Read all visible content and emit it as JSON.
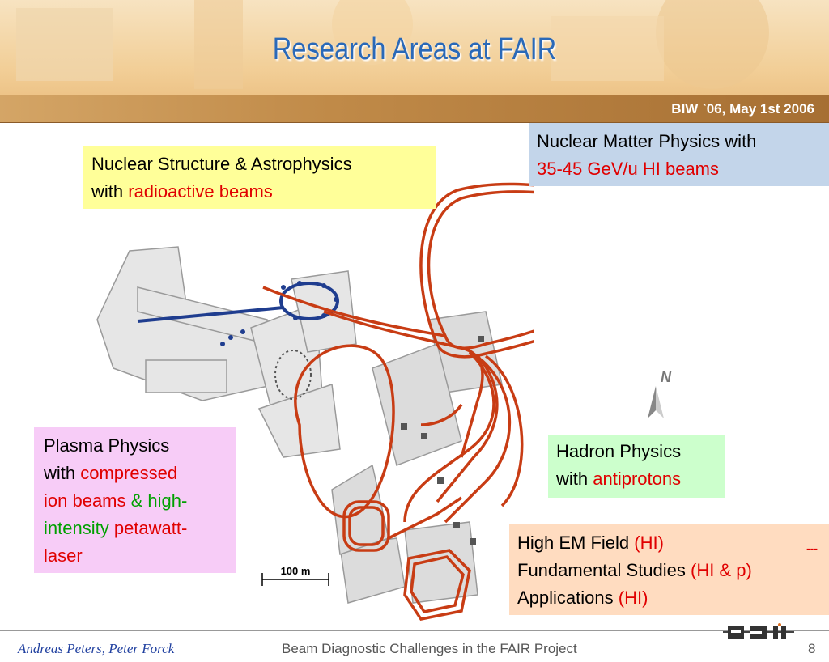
{
  "slide": {
    "title": "Research Areas at FAIR",
    "date": "BIW `06, May 1st 2006"
  },
  "boxes": {
    "structure": {
      "line1": "Nuclear Structure & Astrophysics",
      "with": "with ",
      "highlight": "radioactive beams"
    },
    "matter": {
      "line1": "Nuclear Matter Physics with",
      "highlight": "35-45 GeV/u HI beams"
    },
    "plasma": {
      "line1": "Plasma Physics",
      "with": "with ",
      "highlight1": "compressed",
      "highlight2": "ion beams",
      "amp": " & ",
      "highlight3a": "high-",
      "highlight3b": "intensity",
      "highlight4a": " petawatt-",
      "highlight4b": "laser"
    },
    "hadron": {
      "line1": "Hadron Physics",
      "with": "with ",
      "highlight": "antiprotons"
    },
    "em": {
      "line1": "High EM Field ",
      "line1_hl": "(HI)",
      "line2": "Fundamental Studies ",
      "line2_hl": "(HI & p)",
      "line3": "Applications ",
      "line3_hl": "(HI)",
      "dash": "---"
    }
  },
  "map": {
    "scale_label": "100 m",
    "compass_label": "N"
  },
  "footer": {
    "authors": "Andreas Peters, Peter Forck",
    "title": "Beam Diagnostic Challenges in the FAIR Project",
    "page": "8",
    "logo": "GSI"
  },
  "colors": {
    "title": "#2a69b8",
    "highlight_red": "#e00000",
    "highlight_green": "#00a000",
    "beamline": "#c83c14"
  }
}
